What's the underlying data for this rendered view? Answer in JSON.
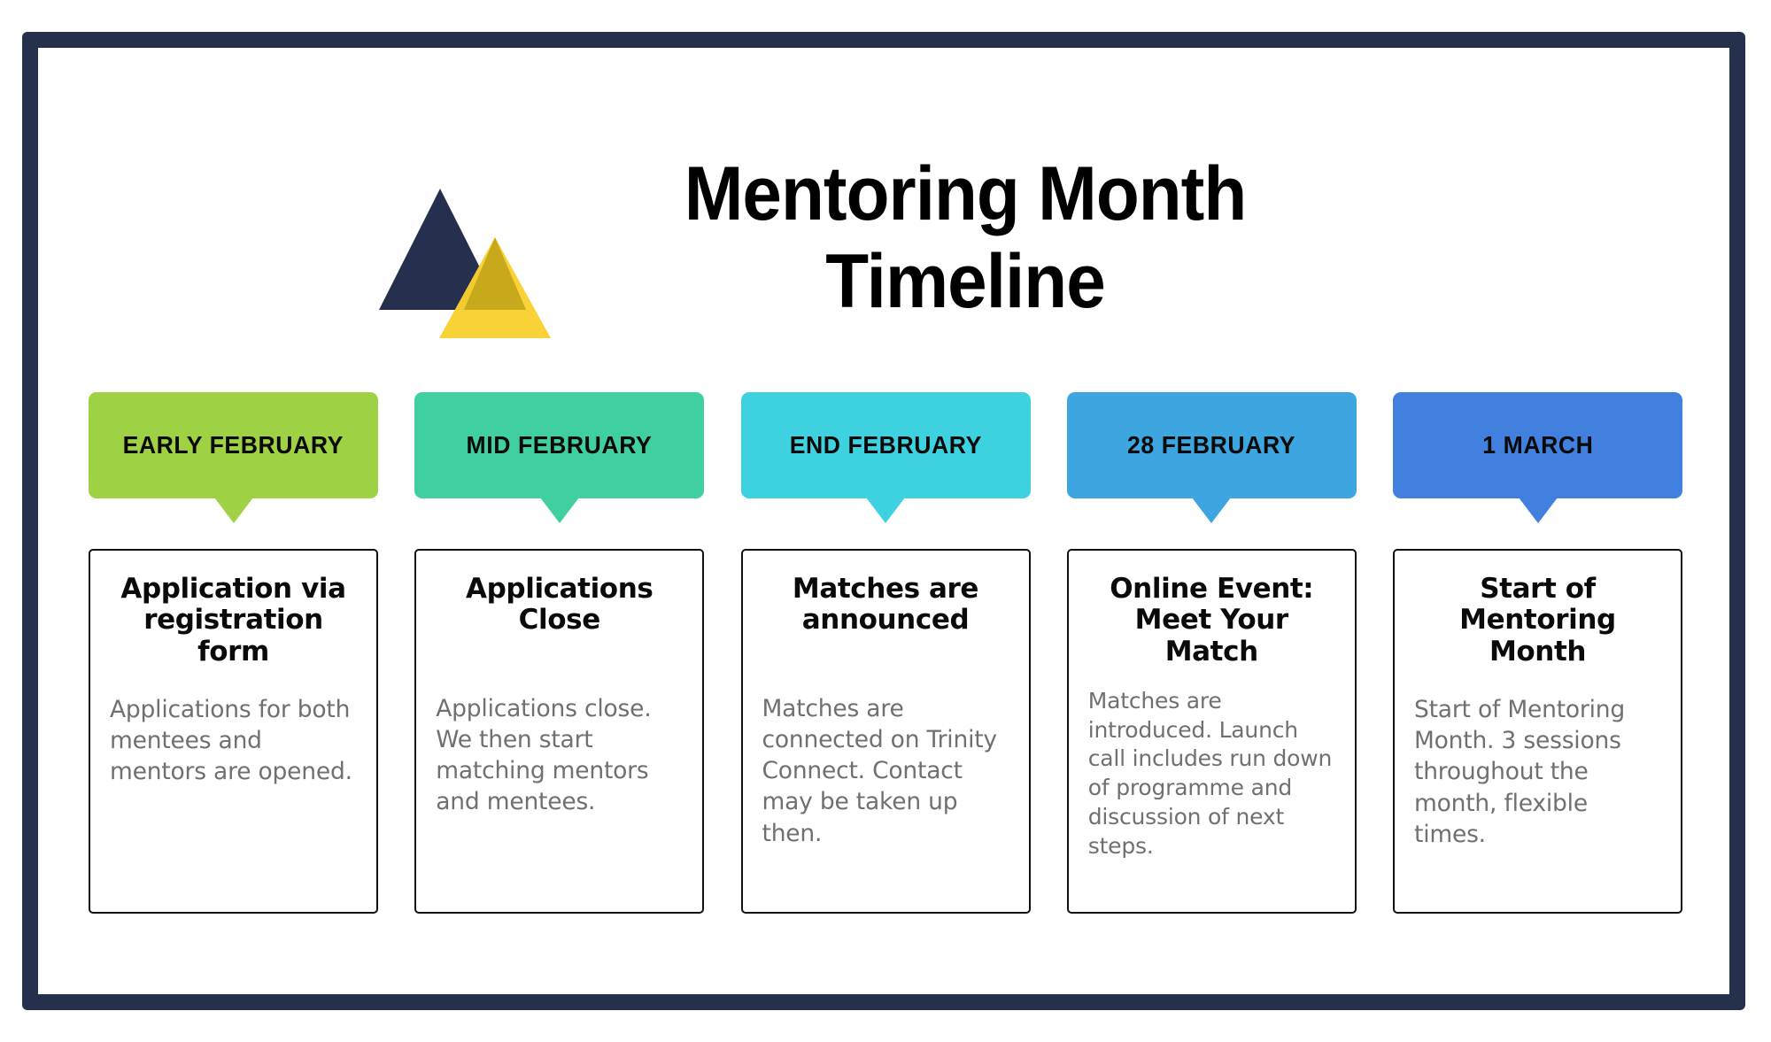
{
  "header": {
    "title": "Mentoring Month\nTimeline",
    "logo": {
      "name": "trinity-triangles-logo",
      "navy": "#26304e",
      "yellow": "#f8d12f",
      "overlap": "#c9a91c"
    }
  },
  "theme": {
    "frame_color": "#25304d",
    "card_border": "#111111",
    "title_color": "#000000",
    "body_color": "#707070",
    "background": "#ffffff"
  },
  "timeline": {
    "steps": [
      {
        "tab_label": "EARLY FEBRUARY",
        "tab_color": "#9ed143",
        "card_title": "Application via registration form",
        "card_body": "Applications for both mentees and mentors are opened."
      },
      {
        "tab_label": "MID FEBRUARY",
        "tab_color": "#40cfa1",
        "card_title": "Applications Close",
        "card_body": "Applications close. We then start matching mentors and mentees."
      },
      {
        "tab_label": "END FEBRUARY",
        "tab_color": "#3ed2e0",
        "card_title": "Matches are announced",
        "card_body": "Matches are connected on Trinity Connect. Contact may be taken up then."
      },
      {
        "tab_label": "28 FEBRUARY",
        "tab_color": "#3da5e0",
        "card_title": "Online Event: Meet Your Match",
        "card_body": "Matches are introduced. Launch call includes run down of programme and discussion of next steps."
      },
      {
        "tab_label": "1 MARCH",
        "tab_color": "#4180de",
        "card_title": "Start of Mentoring Month",
        "card_body": "Start of Mentoring Month. 3 sessions throughout the month, flexible times."
      }
    ]
  }
}
